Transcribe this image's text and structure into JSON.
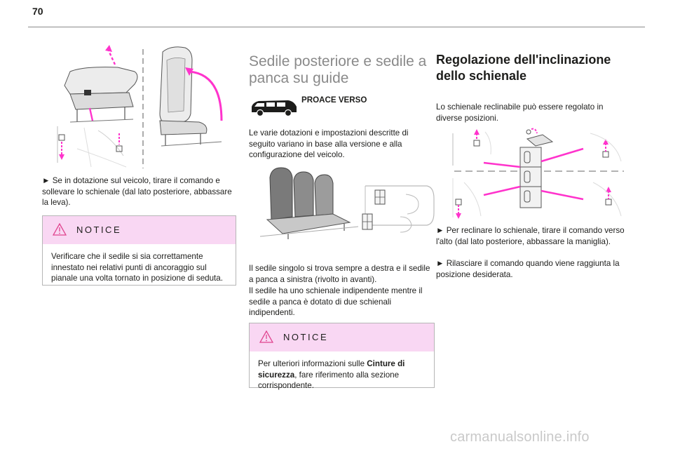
{
  "page": {
    "number": "70"
  },
  "col1": {
    "instruction": "► Se in dotazione sul veicolo, tirare il comando e sollevare lo schienale (dal lato posteriore, abbassare la leva).",
    "notice": {
      "title": "NOTICE",
      "text": "Verificare che il sedile si sia correttamente innestato nei relativi punti di ancoraggio sul pianale una volta tornato in posizione di seduta."
    }
  },
  "col2": {
    "title": "Sedile posteriore e sedile a panca su guide",
    "model": "PROACE VERSO",
    "intro": "Le varie dotazioni e impostazioni descritte di seguito variano in base alla versione e alla configurazione del veicolo.",
    "para1": "Il sedile singolo si trova sempre a destra e il sedile a panca a sinistra (rivolto in avanti).",
    "para2": "Il sedile ha uno schienale indipendente mentre il sedile a panca è dotato di due schienali indipendenti.",
    "notice": {
      "title": "NOTICE",
      "text_before": "Per ulteriori informazioni sulle ",
      "text_bold": "Cinture di sicurezza",
      "text_after": ", fare riferimento alla sezione corrispondente."
    }
  },
  "col3": {
    "title": "Regolazione dell'inclinazione dello schienale",
    "intro": "Lo schienale reclinabile può essere regolato in diverse posizioni.",
    "step1": "► Per reclinare lo schienale, tirare il comando verso l'alto (dal lato posteriore, abbassare la maniglia).",
    "step2": "► Rilasciare il comando quando viene raggiunta la posizione desiderata."
  },
  "watermark": "carmanualsonline.info",
  "colors": {
    "accent": "#ff33cc",
    "notice_bg": "#f9d7f3",
    "title_gray": "#8a8a8a"
  }
}
